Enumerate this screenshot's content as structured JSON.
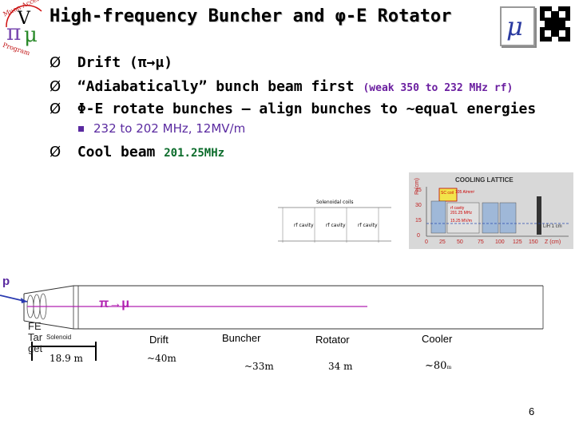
{
  "slide": {
    "title": "High-frequency Buncher and φ-E Rotator",
    "page_number": "6"
  },
  "logos": {
    "left": {
      "icon": "muon-collaboration-logo-icon",
      "text": "Muon Accelerator Program"
    },
    "mu": {
      "icon": "mu-logo-icon",
      "text": "μ"
    },
    "fermilab": {
      "icon": "fermilab-logo-icon"
    }
  },
  "bullets": [
    {
      "marker": "Ø",
      "text": "Drift  (π→μ)"
    },
    {
      "marker": "Ø",
      "text": "“Adiabatically” bunch beam first",
      "note": "(weak 350 to 232 MHz rf)"
    },
    {
      "marker": "Ø",
      "text": "Φ-E rotate bunches – align bunches to ~equal energies"
    },
    {
      "marker": "Ø",
      "text": "Cool beam",
      "note": "201.25MHz"
    }
  ],
  "sub_bullet": "232 to 202 MHz, 12MV/m",
  "cooling_lattice": {
    "title": "COOLING LATTICE",
    "y_axis_label": "R (cm)",
    "x_axis_label": "Z (cm)",
    "y_ticks": [
      "0",
      "15",
      "30",
      "45"
    ],
    "x_ticks": [
      "0",
      "25",
      "50",
      "75",
      "100",
      "125",
      "150"
    ],
    "annotations": [
      "SC coil",
      "105 A/mm²",
      "rf cavity",
      "201.25 MHz",
      "15.25 MV/m",
      "LiH 1 cm"
    ]
  },
  "small_diagram": {
    "title": "Solenoidal coils",
    "labels": [
      "rf cavity",
      "rf cavity",
      "rf cavity"
    ]
  },
  "beamline": {
    "p_label": "p",
    "pi_mu_label": "π→μ",
    "fe_target": [
      "FE",
      "Tar",
      "get"
    ],
    "solenoid": "Solenoid",
    "sections": [
      {
        "name": "Drift",
        "length": "~40m"
      },
      {
        "name": "Buncher",
        "length": "~33m"
      },
      {
        "name": "Rotator",
        "length": "34 m"
      },
      {
        "name": "Cooler",
        "length": "~80",
        "unit": "m"
      }
    ],
    "first_length": "18.9 m"
  },
  "colors": {
    "accent_purple": "#5a2aa0",
    "beam_magenta": "#b020b0",
    "note_green": "#0a6b2a",
    "lattice_panel": "#d8d8d8"
  }
}
